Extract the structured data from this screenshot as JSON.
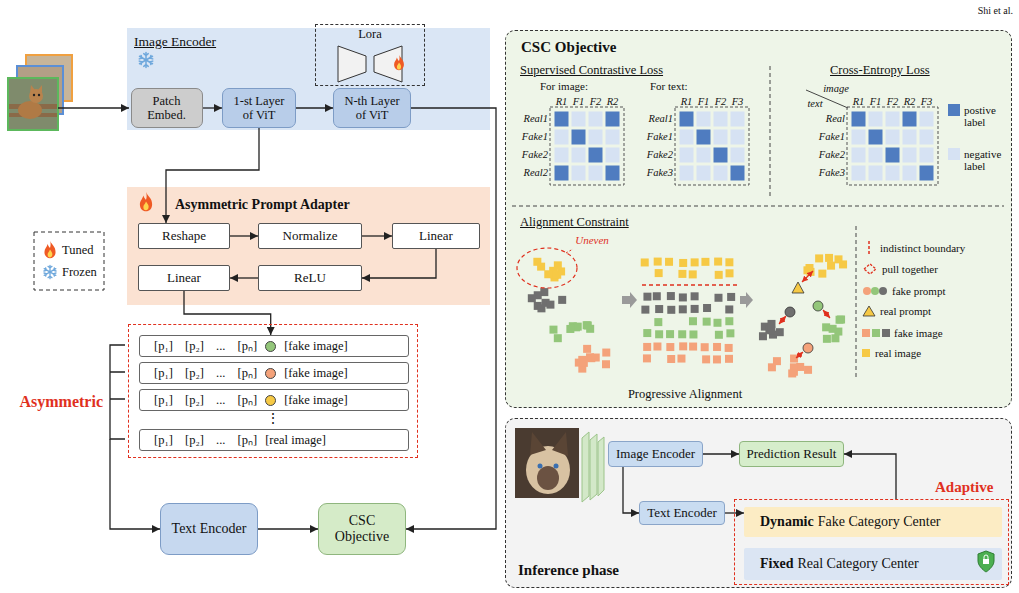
{
  "diagram": {
    "nodes": [
      {
        "text": [
          "Image Encoder"
        ]
      },
      {
        "text": [
          "Patch Embed."
        ],
        "in": 0
      },
      {
        "text": [
          "1-st Layer of ViT"
        ],
        "in": 0
      },
      {
        "text": [
          "N-th Layer of ViT"
        ],
        "in": 0
      },
      {
        "text": [
          "Lora"
        ],
        "in": 0
      },
      {
        "text": [
          "Asymmetric Prompt Adapter"
        ]
      },
      {
        "text": [
          "Reshape"
        ],
        "in": 5
      },
      {
        "text": [
          "Normalize"
        ],
        "in": 5
      },
      {
        "text": [
          "Linear"
        ],
        "in": 5
      },
      {
        "text": [
          "Linear"
        ],
        "in": 5
      },
      {
        "text": [
          "ReLU"
        ],
        "in": 5
      },
      {
        "text": [
          "Asymmetric"
        ]
      },
      {
        "text": [
          "[p₁] [p₂] ... [pₙ]",
          "[fake image]"
        ],
        "in": 11
      },
      {
        "text": [
          "[p₁] [p₂] ... [pₙ]",
          "[fake image]"
        ],
        "in": 11
      },
      {
        "text": [
          "[p₁] [p₂] ... [pₙ]",
          "[fake image]"
        ],
        "in": 11
      },
      {
        "text": [
          "[p₁] [p₂] ... [pₙ]",
          "[real image]"
        ],
        "in": 11
      },
      {
        "text": [
          "Text Encoder"
        ]
      },
      {
        "text": [
          "CSC Objective"
        ]
      },
      {
        "text": [
          "CSC Objective"
        ]
      },
      {
        "text": [
          "Inference phase"
        ]
      },
      {
        "text": [
          "Image Encoder"
        ],
        "in": 19
      },
      {
        "text": [
          "Text Encoder"
        ],
        "in": 19
      },
      {
        "text": [
          "Prediction Result"
        ],
        "in": 19
      },
      {
        "text": [
          "Adaptive"
        ],
        "in": 19
      },
      {
        "text": [
          "Dynamic",
          "Fake Category Center"
        ],
        "in": 23
      },
      {
        "text": [
          "Fixed",
          "Real Category Center"
        ],
        "in": 23
      }
    ],
    "edges": [
      {
        "from": 1,
        "to": 2,
        "arrow": "to"
      },
      {
        "from": 2,
        "to": 3,
        "arrow": "to"
      },
      {
        "from": 2,
        "to": 6,
        "arrow": "to"
      },
      {
        "from": 6,
        "to": 7,
        "arrow": "to"
      },
      {
        "from": 7,
        "to": 8,
        "arrow": "to"
      },
      {
        "from": 8,
        "to": 10,
        "arrow": "to"
      },
      {
        "from": 10,
        "to": 9,
        "arrow": "to"
      },
      {
        "from": 9,
        "to": 12,
        "arrow": "to"
      },
      {
        "from": 11,
        "to": 16,
        "arrow": "to"
      },
      {
        "from": 16,
        "to": 17,
        "arrow": "to"
      },
      {
        "from": 3,
        "to": 17,
        "arrow": "to"
      },
      {
        "from": 20,
        "to": 21,
        "arrow": "to"
      },
      {
        "from": 20,
        "to": 22,
        "arrow": "to"
      },
      {
        "from": 21,
        "to": 24,
        "arrow": "to"
      },
      {
        "from": 23,
        "to": 22,
        "arrow": "to"
      }
    ],
    "labels": [
      "Shi et al.",
      "⋮",
      "Supervised Contrastive Loss",
      "For image:",
      "For text:",
      "R1",
      "F1",
      "F2",
      "R2",
      "Real1",
      "Fake1",
      "Fake2",
      "Real2",
      "R1",
      "F1",
      "F2",
      "F3",
      "Real1",
      "Fake1",
      "Fake2",
      "Fake3",
      "Cross-Entropy Loss",
      "image",
      "text",
      "R1",
      "F1",
      "F2",
      "R2",
      "F3",
      "Real",
      "Fake1",
      "Fake2",
      "Fake3",
      "Alignment Constraint",
      "Uneven",
      "Progressive Alignment"
    ],
    "legend": [
      {
        "text": "Tuned"
      },
      {
        "text": "Frozen"
      },
      {
        "text": "postive label",
        "color": "#4f7cc0"
      },
      {
        "text": "negative label",
        "color": "#d6e2f3"
      },
      {
        "text": "indistinct boundary"
      },
      {
        "text": "pull together"
      },
      {
        "text": "fake prompt"
      },
      {
        "text": "real prompt"
      },
      {
        "text": "fake image"
      },
      {
        "text": "real image"
      }
    ]
  }
}
